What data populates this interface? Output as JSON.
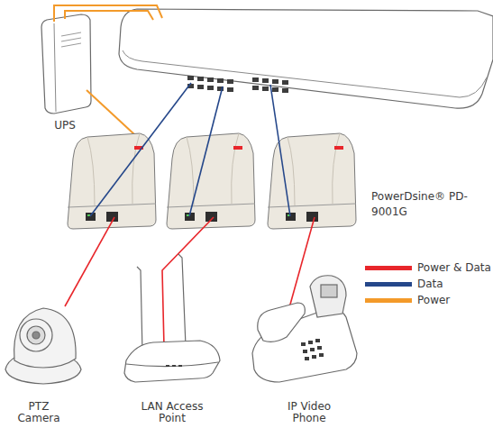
{
  "diagram": {
    "nodes": [
      {
        "text": [
          "UPS"
        ]
      },
      {
        "text": [
          "PTZ Camera"
        ]
      },
      {
        "text": [
          "LAN Access Point"
        ]
      },
      {
        "text": [
          "IP Video Phone"
        ]
      }
    ],
    "labels": [
      "PowerDsine® PD-9001G"
    ],
    "legend": [
      {
        "text": "Power & Data",
        "color": "#e8262b"
      },
      {
        "text": "Data",
        "color": "#25478a"
      },
      {
        "text": "Power",
        "color": "#f39a2a"
      }
    ]
  }
}
